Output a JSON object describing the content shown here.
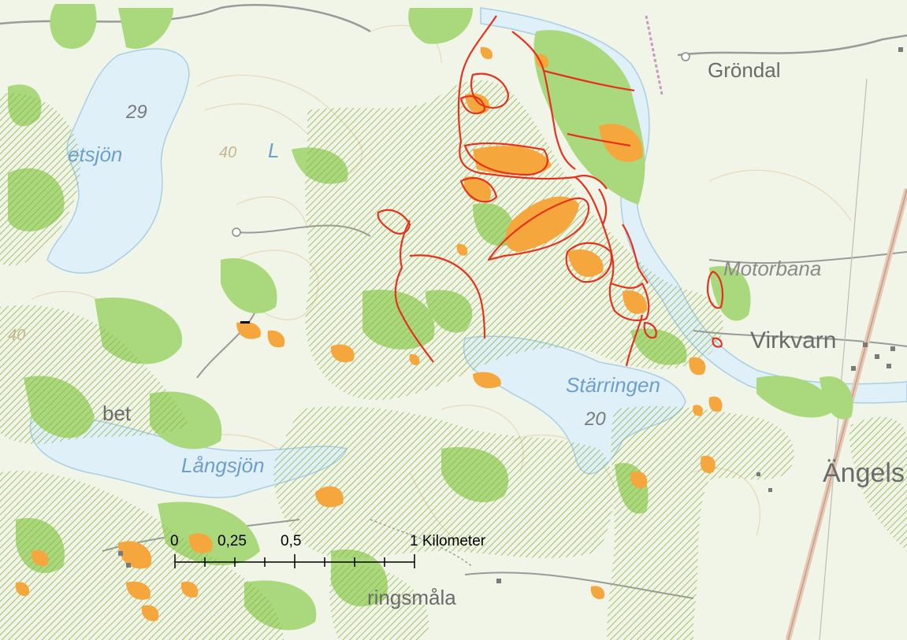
{
  "map": {
    "labels": {
      "lake_29": "29",
      "lake_etsjon": "etsjön",
      "contour_40_a": "40",
      "contour_40_b": "40",
      "lake_partial": "L",
      "grondal": "Gröndal",
      "motorbana": "Motorbana",
      "virkvarn": "Virkvarn",
      "starringen": "Stärringen",
      "lake_20": "20",
      "angels": "Ängels",
      "langsjon": "Långsjön",
      "bet": "bet",
      "ringsmala": "ringsmåla"
    },
    "scale_bar": {
      "ticks": [
        "0",
        "0,25",
        "0,5",
        "1 Kilometer"
      ]
    }
  }
}
